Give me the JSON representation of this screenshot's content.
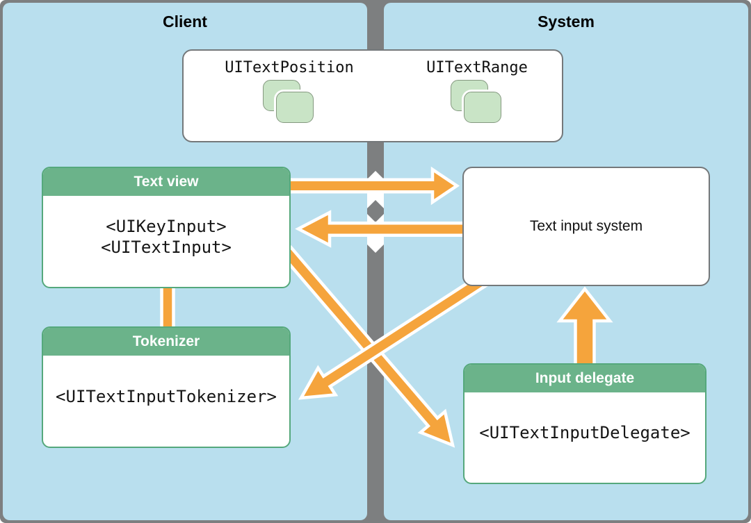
{
  "diagram": {
    "panels": {
      "client": {
        "title": "Client"
      },
      "system": {
        "title": "System"
      }
    },
    "protocol_box": {
      "items": [
        {
          "label": "UITextPosition",
          "icon": "stacked-rounded-squares-icon"
        },
        {
          "label": "UITextRange",
          "icon": "stacked-rounded-squares-icon"
        }
      ]
    },
    "client_boxes": {
      "text_view": {
        "title": "Text view",
        "protocols": [
          "<UIKeyInput>",
          "<UITextInput>"
        ]
      },
      "tokenizer": {
        "title": "Tokenizer",
        "protocols": [
          "<UITextInputTokenizer>"
        ]
      }
    },
    "system_boxes": {
      "text_input_system": {
        "label": "Text input system"
      },
      "input_delegate": {
        "title": "Input delegate",
        "protocols": [
          "<UITextInputDelegate>"
        ]
      }
    },
    "connections": [
      {
        "from": "text-view",
        "to": "text-input-system",
        "type": "arrow-right"
      },
      {
        "from": "text-input-system",
        "to": "text-view",
        "type": "arrow-left"
      },
      {
        "from": "text-view",
        "to": "input-delegate",
        "type": "arrow-diagonal-down-right"
      },
      {
        "from": "text-input-system",
        "to": "tokenizer",
        "type": "arrow-diagonal-down-left"
      },
      {
        "from": "text-view",
        "to": "tokenizer",
        "type": "plain-connector"
      },
      {
        "from": "input-delegate",
        "to": "text-input-system",
        "type": "arrow-up"
      }
    ],
    "colors": {
      "background_gray": "#7d7f80",
      "panel_blue": "#b9dfee",
      "header_green": "#6bb38a",
      "green_border": "#55a87c",
      "box_border_gray": "#74787a",
      "arrow_orange": "#f5a43c",
      "icon_green_fill": "#c9e4c6",
      "icon_green_border": "#84987f"
    }
  }
}
